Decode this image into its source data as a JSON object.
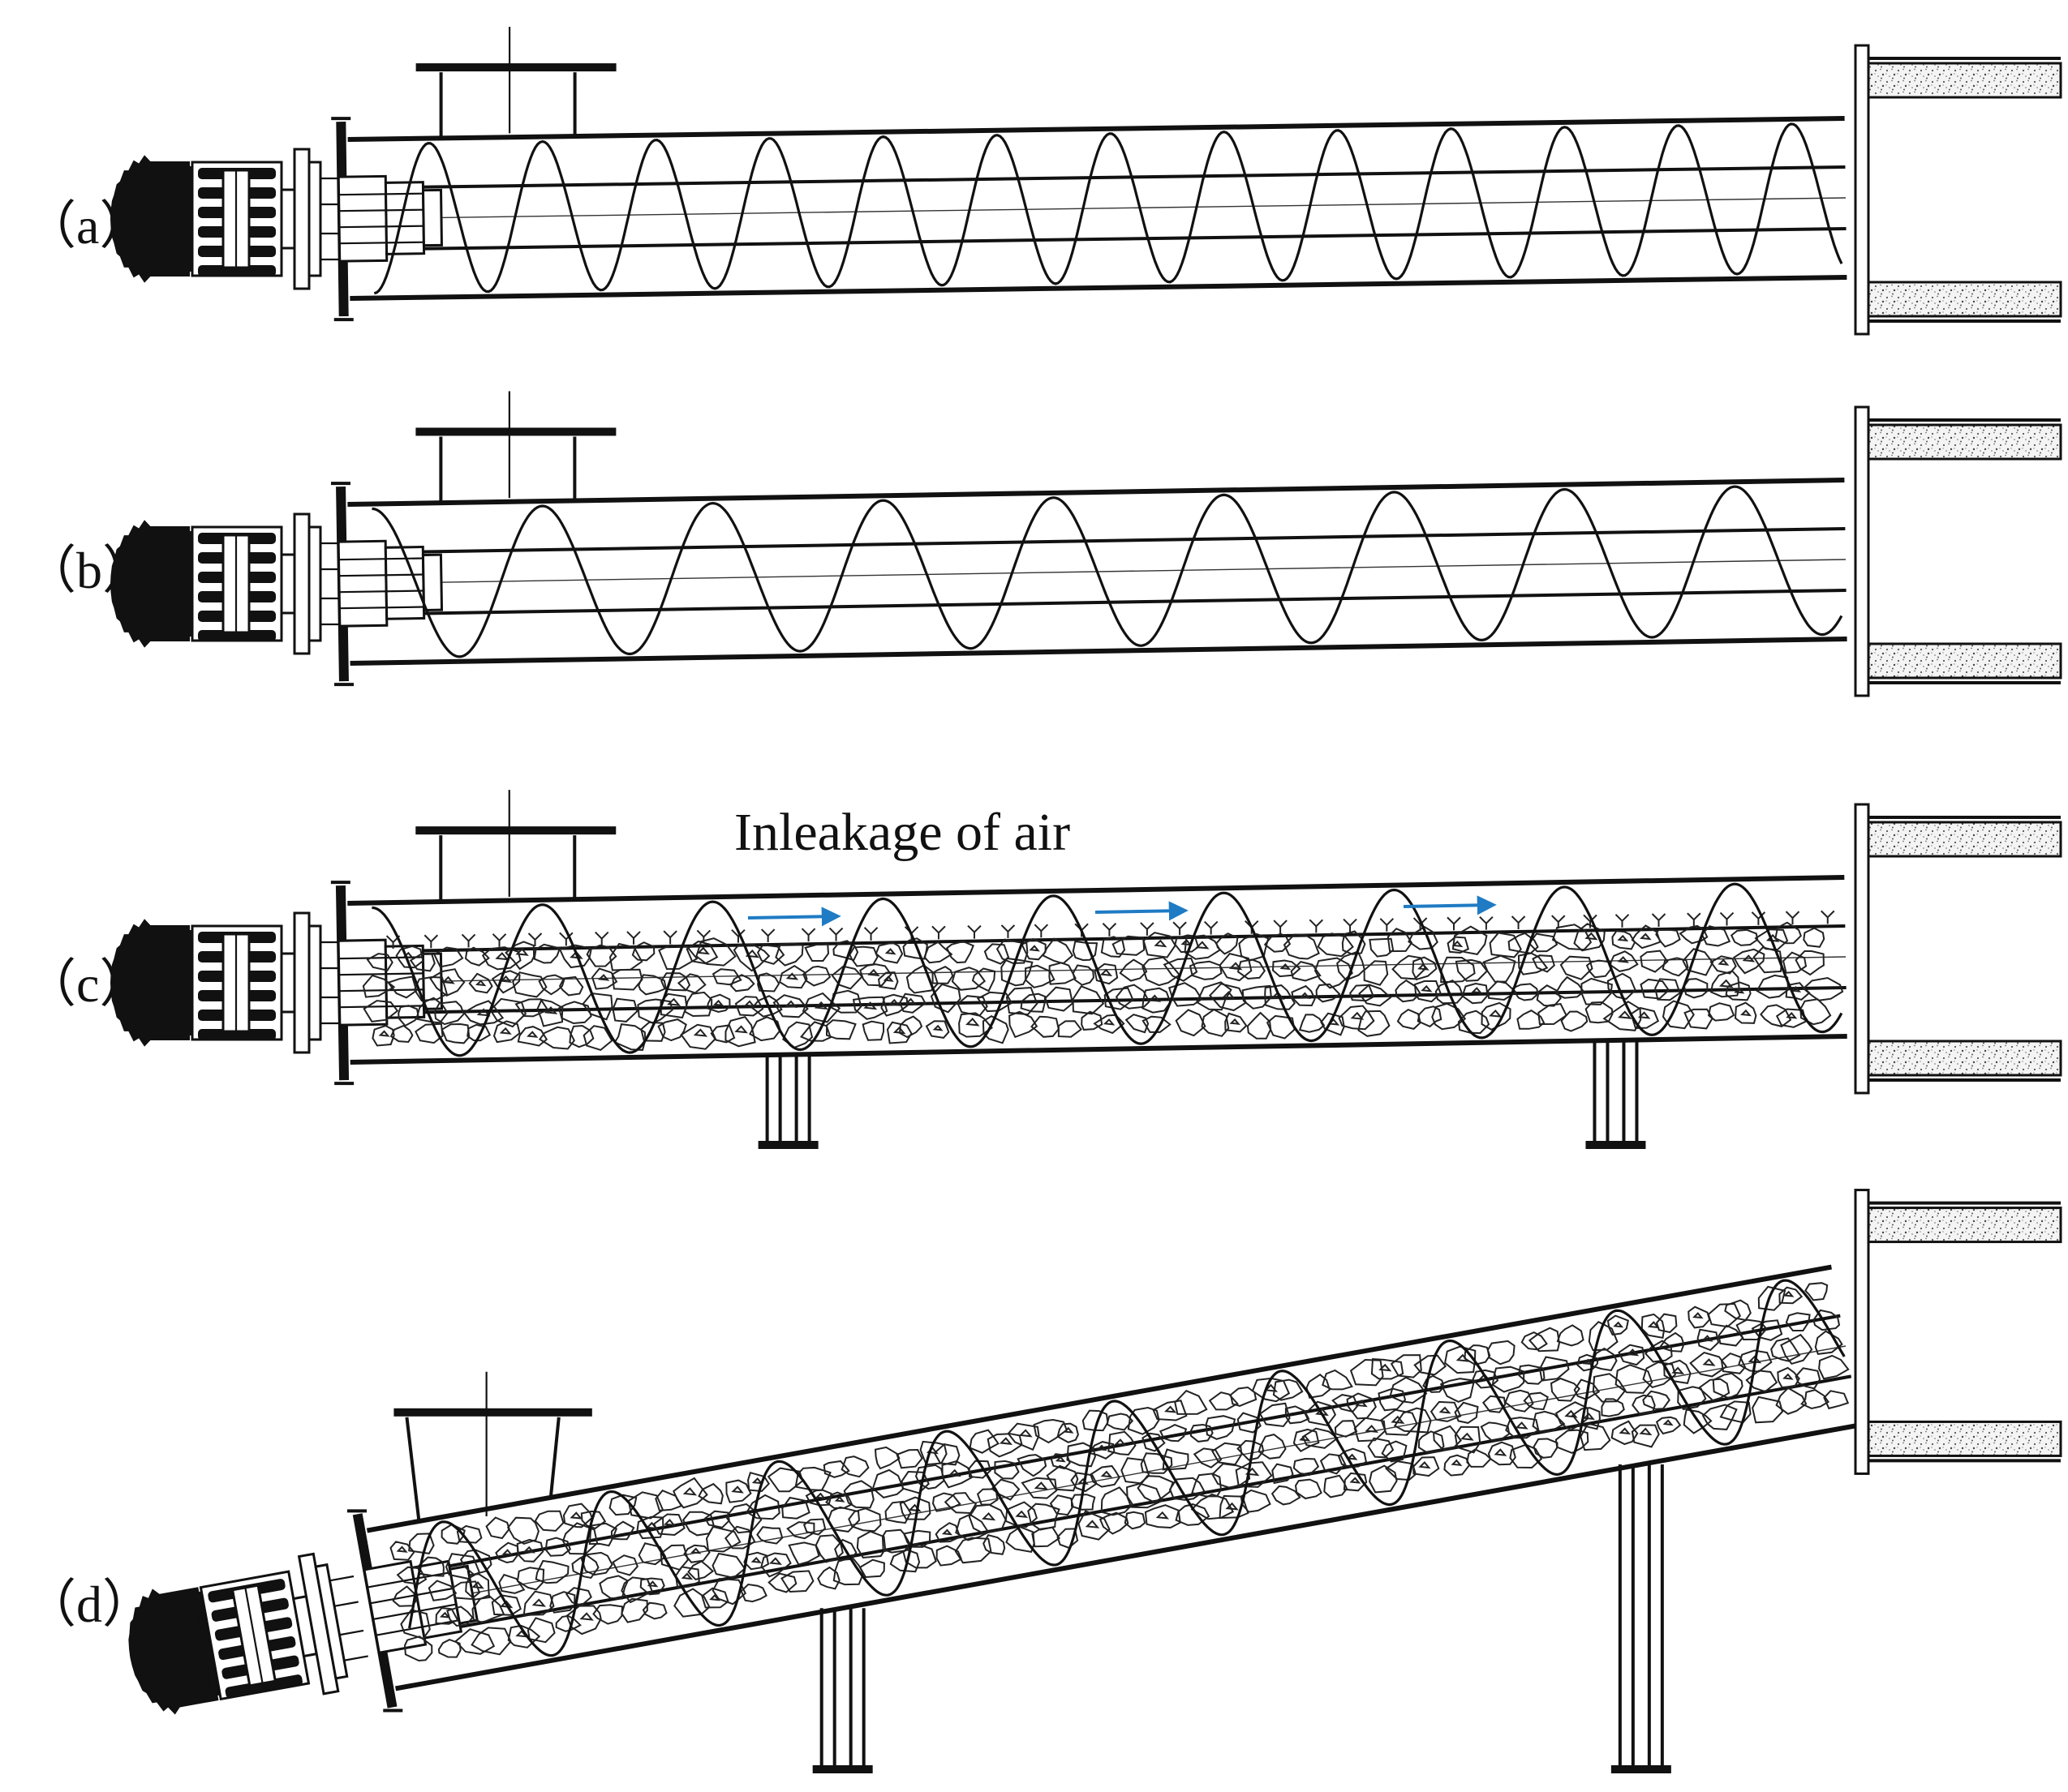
{
  "panels": [
    {
      "id": "a",
      "label": "（a）",
      "pitch": "small",
      "material": false,
      "supports": false,
      "arrows": false,
      "inclined": false
    },
    {
      "id": "b",
      "label": "（b）",
      "pitch": "large",
      "material": false,
      "supports": false,
      "arrows": false,
      "inclined": false
    },
    {
      "id": "c",
      "label": "（c）",
      "pitch": "large",
      "material": "partial",
      "supports": true,
      "arrows": true,
      "inclined": false
    },
    {
      "id": "d",
      "label": "（d）",
      "pitch": "large",
      "material": "full",
      "supports": true,
      "arrows": false,
      "inclined": true
    }
  ],
  "annotation": "Inleakage of air",
  "colors": {
    "line": "#111111",
    "arrow": "#1f7bc4",
    "background": "#ffffff"
  },
  "icons": [
    "motor-icon",
    "gearbox-icon",
    "inlet-hopper-icon",
    "outlet-flange-icon",
    "support-leg-icon",
    "airflow-arrow-icon"
  ]
}
